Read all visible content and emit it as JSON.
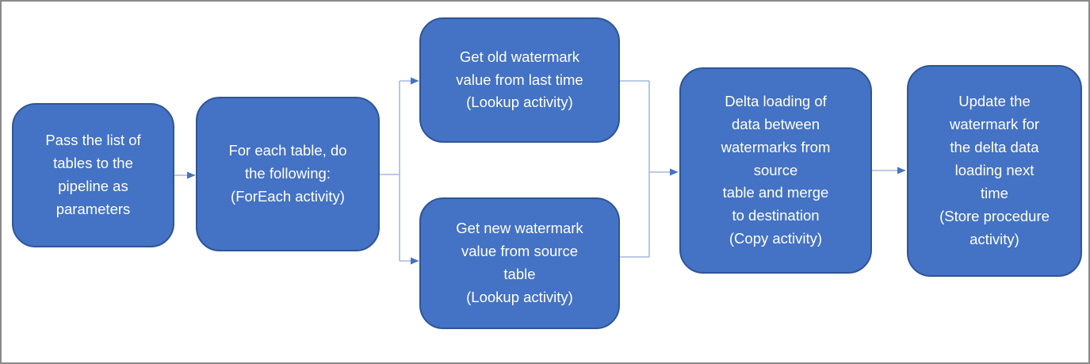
{
  "diagram": {
    "colors": {
      "node_fill": "#4472C4",
      "node_border": "#2F5597",
      "node_text": "#ffffff",
      "connector": "#A6B9DE",
      "arrowhead": "#4472C4",
      "frame": "#8a8a8a",
      "background": "#ffffff"
    },
    "nodes": [
      {
        "id": "pass-tables",
        "text": "Pass the list of\ntables to the\npipeline as\nparameters"
      },
      {
        "id": "foreach",
        "text": "For each table, do\nthe following:\n(ForEach activity)"
      },
      {
        "id": "get-old-watermark",
        "text": "Get old watermark\nvalue from last time\n(Lookup activity)"
      },
      {
        "id": "get-new-watermark",
        "text": "Get new watermark\nvalue from source\ntable\n(Lookup activity)"
      },
      {
        "id": "delta-copy",
        "text": "Delta loading of\ndata between\nwatermarks from\nsource\ntable and merge\nto destination\n(Copy activity)"
      },
      {
        "id": "update-watermark",
        "text": "Update the\nwatermark for\nthe delta data\nloading next\ntime\n(Store procedure\nactivity)"
      }
    ]
  }
}
